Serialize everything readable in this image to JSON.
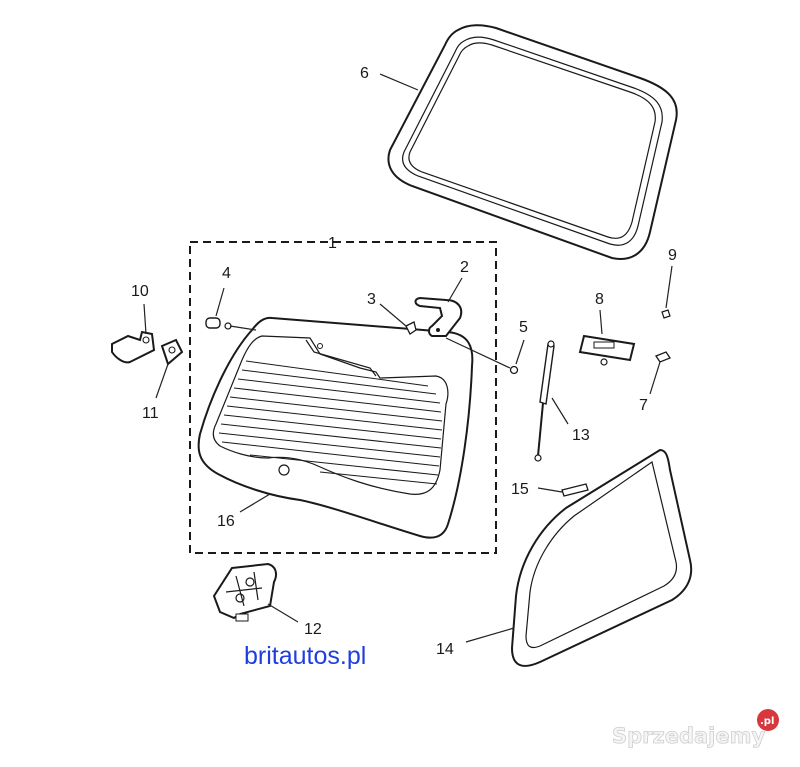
{
  "callouts": {
    "c1": "1",
    "c2": "2",
    "c3": "3",
    "c4": "4",
    "c5": "5",
    "c6": "6",
    "c7": "7",
    "c8": "8",
    "c9": "9",
    "c10": "10",
    "c11": "11",
    "c12": "12",
    "c13": "13",
    "c14": "14",
    "c15": "15",
    "c16": "16"
  },
  "site_label": "britautos.pl",
  "watermark": {
    "text": "Sprzedajemy",
    "badge": ".pl"
  },
  "colors": {
    "site_label": "#1f3ee0",
    "watermark_badge": "#d2232a",
    "lines": "#1a1a1a"
  }
}
